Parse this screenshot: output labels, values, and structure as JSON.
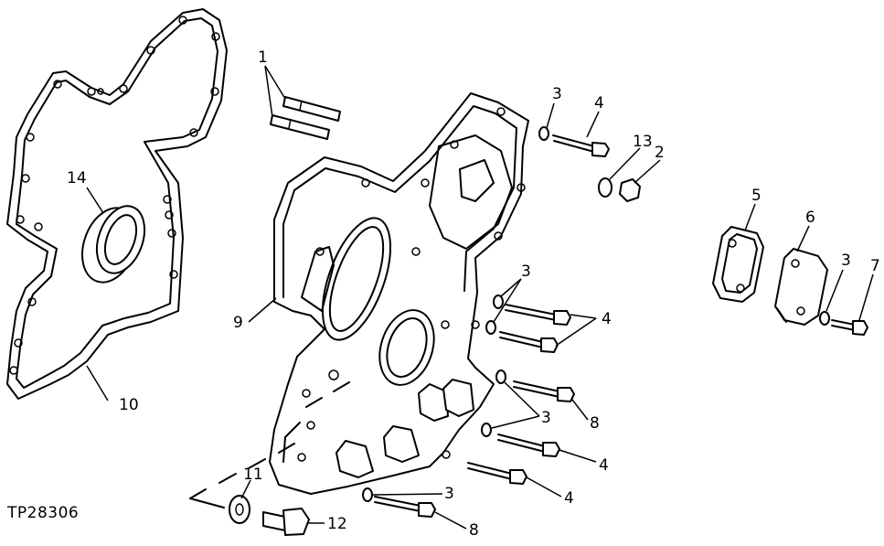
{
  "figure": {
    "id_label": "TP28306"
  },
  "callouts": {
    "c1": "1",
    "c2": "2",
    "c3a": "3",
    "c3b": "3",
    "c3c": "3",
    "c3d": "3",
    "c3e": "3",
    "c4a": "4",
    "c4b": "4",
    "c4c": "4",
    "c4d": "4",
    "c5": "5",
    "c6": "6",
    "c7": "7",
    "c8a": "8",
    "c8b": "8",
    "c9": "9",
    "c10": "10",
    "c11": "11",
    "c12": "12",
    "c13": "13",
    "c14": "14"
  }
}
